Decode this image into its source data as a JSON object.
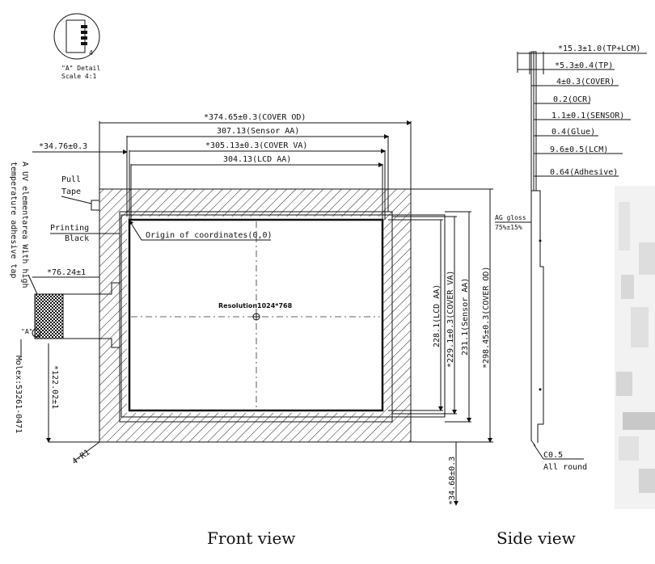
{
  "detail": {
    "title": "\"A\" Detail",
    "scale": "Scale 4:1",
    "mark": "4"
  },
  "front": {
    "dims_top": [
      "*374.65±0.3(COVER OD)",
      "307.13(Sensor AA)",
      "*305.13±0.3(COVER VA)",
      "304.13(LCD AA)"
    ],
    "dim_left_offset": "*34.76±0.3",
    "labels": {
      "pull_tape": [
        "Pull",
        "Tape"
      ],
      "printing": [
        "Printing",
        "Black"
      ],
      "origin": "Origin of coordinates(0,0)",
      "resolution": "Resolution1024*768",
      "uv_note": [
        "A UV elementarea With high",
        "temperature adhesive tap"
      ],
      "detail_ref": "\"A\"",
      "molex": "Molex:53261-0471",
      "corner": "4-R1",
      "fpc_width": "*76.24±1",
      "fpc_pos": "*122.02±1",
      "bottom_offset": "*34.68±0.3"
    },
    "dims_right": [
      "228.1(LCD AA)",
      "*229.1±0.3(COVER VA)",
      "231.1(Sensor AA)",
      "*298.45±0.3(COVER OD)"
    ],
    "caption": "Front view"
  },
  "side": {
    "dims": [
      "*15.3±1.0(TP+LCM)",
      "*5.3±0.4(TP)",
      "4±0.3(COVER)",
      "0.2(OCR)",
      "1.1±0.1(SENSOR)",
      "0.4(Glue)",
      "9.6±0.5(LCM)",
      "0.64(Adhesive)"
    ],
    "ag_gloss": [
      "AG gloss",
      "75%±15%"
    ],
    "chamfer": [
      "C0.5",
      "All round"
    ],
    "caption": "Side view"
  }
}
